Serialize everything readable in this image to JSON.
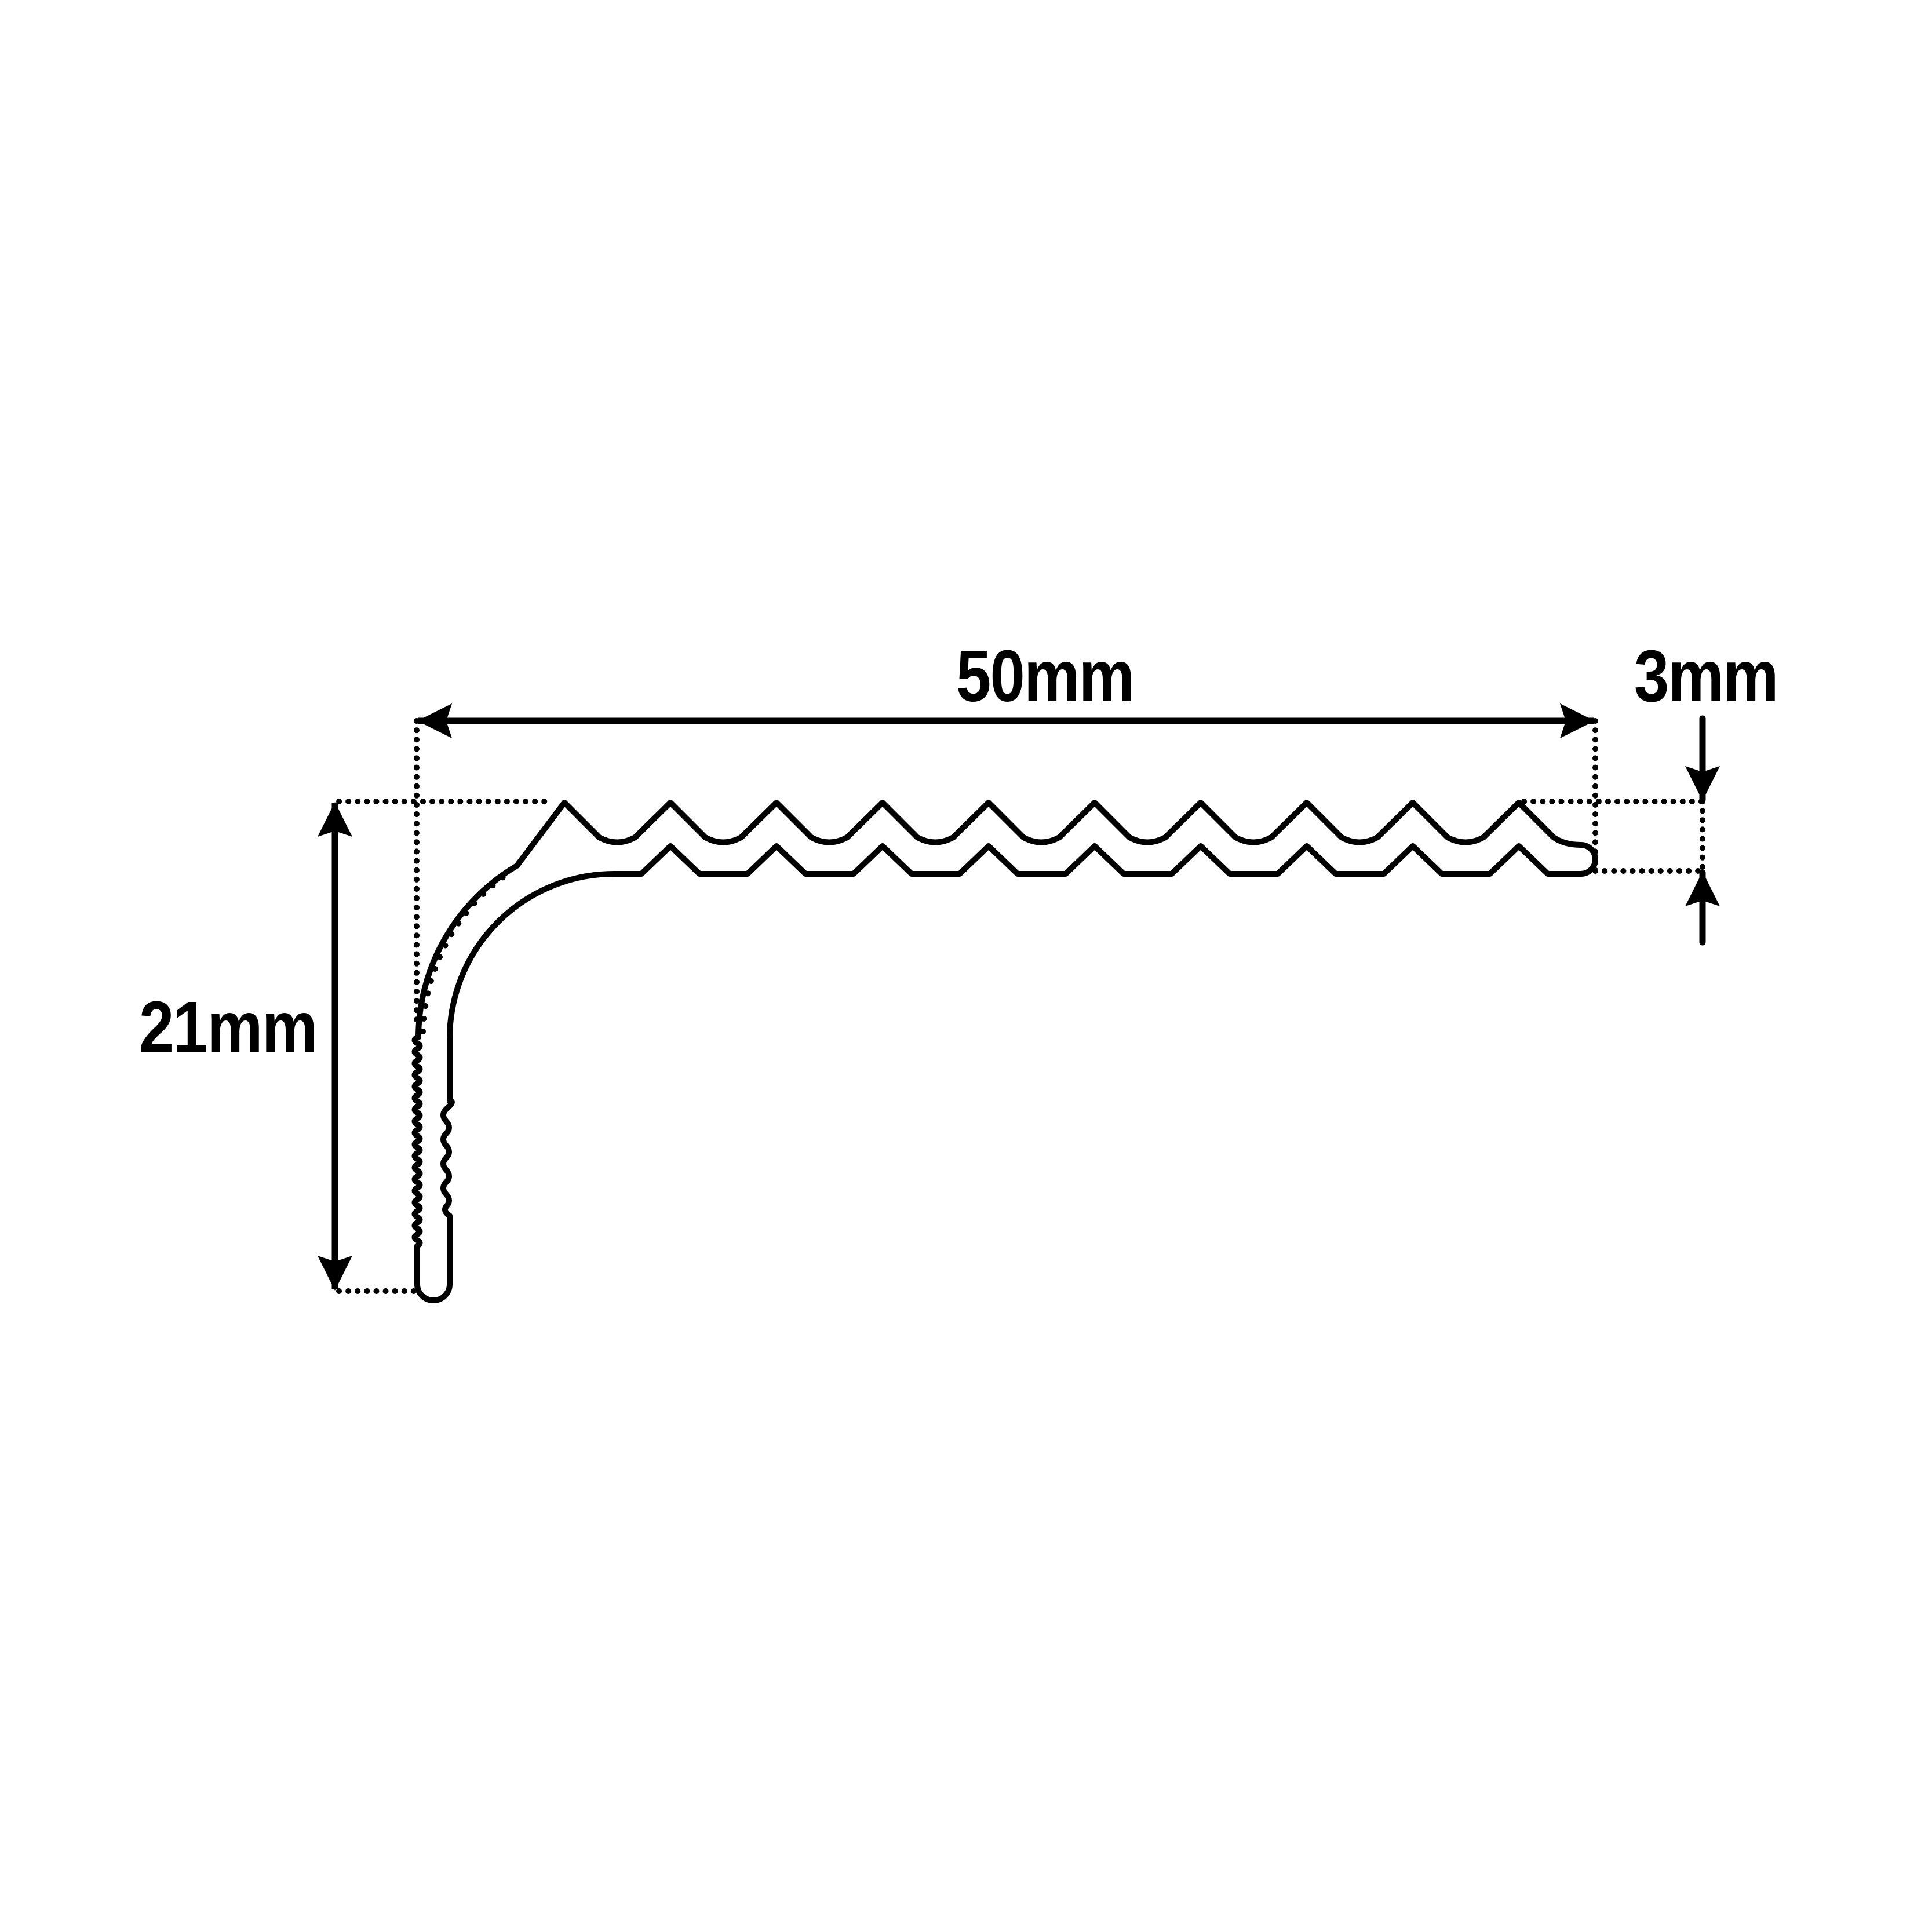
{
  "diagram": {
    "type": "profile cross-section",
    "subject": "stair nosing / angle profile with ribbed tread",
    "colors": {
      "line": "#000000",
      "background": "#ffffff"
    }
  },
  "dimensions": {
    "width": {
      "label": "50mm",
      "value": 50,
      "unit": "mm"
    },
    "thickness": {
      "label": "3mm",
      "value": 3,
      "unit": "mm"
    },
    "height": {
      "label": "21mm",
      "value": 21,
      "unit": "mm"
    }
  }
}
